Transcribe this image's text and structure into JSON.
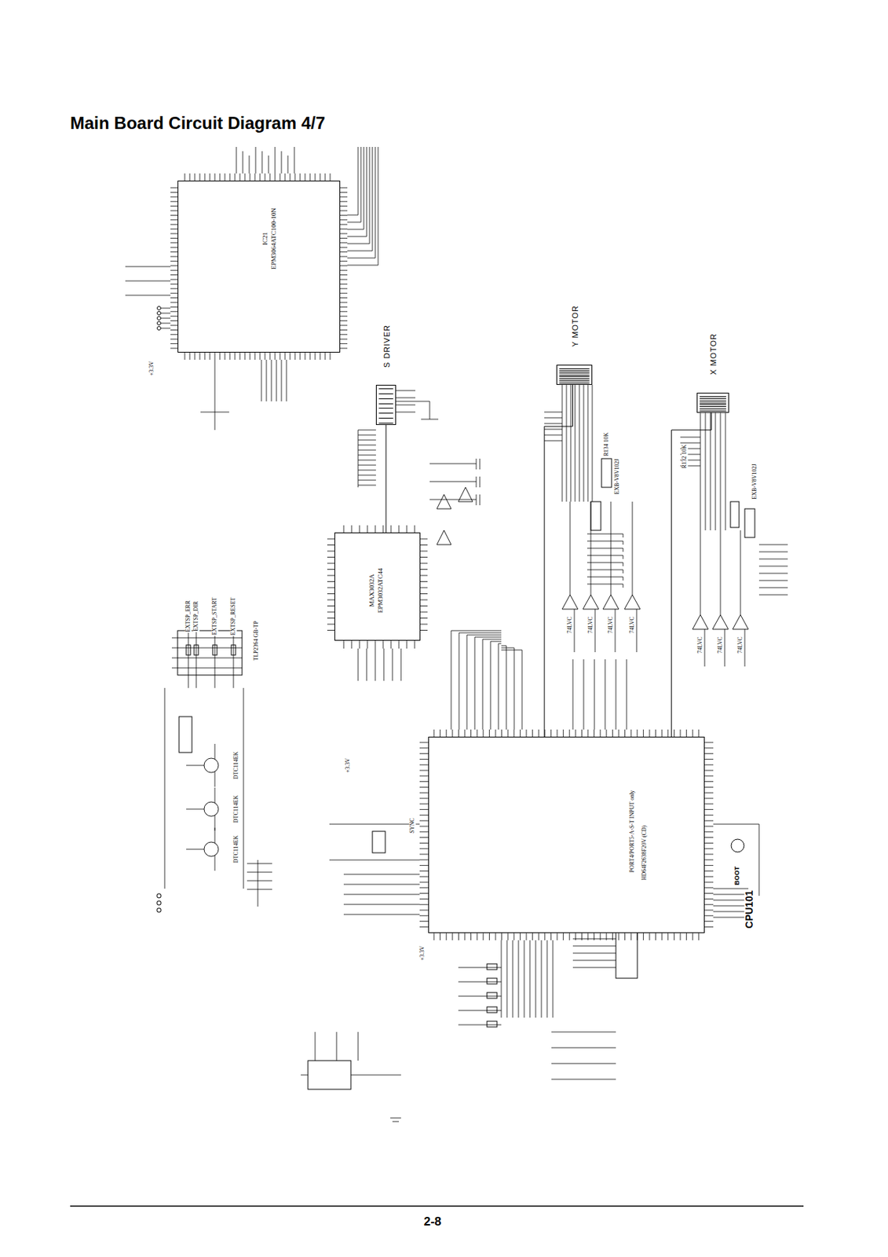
{
  "diagram": {
    "title": "Main Board Circuit Diagram 4/7",
    "nodes": [
      {
        "text": [
          "IC21",
          "EPM3064ATC100-10N"
        ]
      },
      {
        "text": [
          "MAX3032A",
          "EPM3032ATC44"
        ]
      },
      {
        "text": [
          "CPU101"
        ]
      },
      {
        "text": [
          "S DRIVER"
        ]
      },
      {
        "text": [
          "Y MOTOR"
        ]
      },
      {
        "text": [
          "X MOTOR"
        ]
      }
    ],
    "edges": [
      {
        "from": 1,
        "to": 3,
        "arrow": "none"
      },
      {
        "from": 2,
        "to": 4,
        "arrow": "none"
      },
      {
        "from": 2,
        "to": 5,
        "arrow": "none"
      }
    ],
    "labels": [
      "EXTSP_ERR",
      "EXTSP_DIR",
      "EXTSP_START",
      "EXTSP_RESET",
      "BOOT",
      "PORT4/PORT5-A-S-T INPUT only",
      "HD64F2638F20V (CD)",
      "74LVC",
      "74LVC",
      "74LVC",
      "74LVC",
      "74LVC",
      "74LVC",
      "74LVC",
      "+3.3V",
      "+3.3V",
      "+3.3V",
      "R134 10K",
      "R132 10K",
      "EXB-V8V102J",
      "EXB-V8V102J",
      "DTC114EK",
      "DTC114EK",
      "DTC114EK",
      "TLP2364 GB-TP",
      "SYNC",
      "2-8"
    ]
  }
}
